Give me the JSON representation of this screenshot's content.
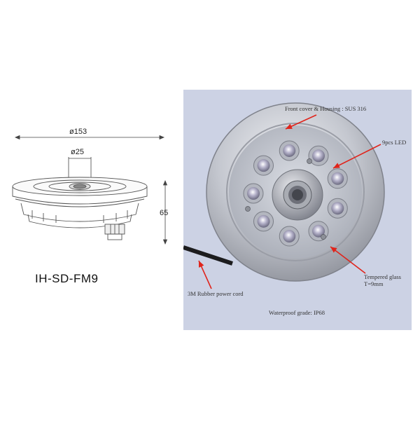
{
  "drawing": {
    "dimensions": {
      "outer_diameter": "ø153",
      "inner_diameter": "ø25",
      "height": "65"
    },
    "model": "IH-SD-FM9"
  },
  "photo": {
    "callouts": {
      "front_cover": "Front cover & Housing : SUS 316",
      "led": "9pcs LED",
      "glass_line1": "Tempered glass",
      "glass_line2": "T=9mm",
      "power_cord": "3M Rubber power cord",
      "waterproof": "Waterproof grade: IP68"
    },
    "arrow_color": "#e0241b"
  }
}
